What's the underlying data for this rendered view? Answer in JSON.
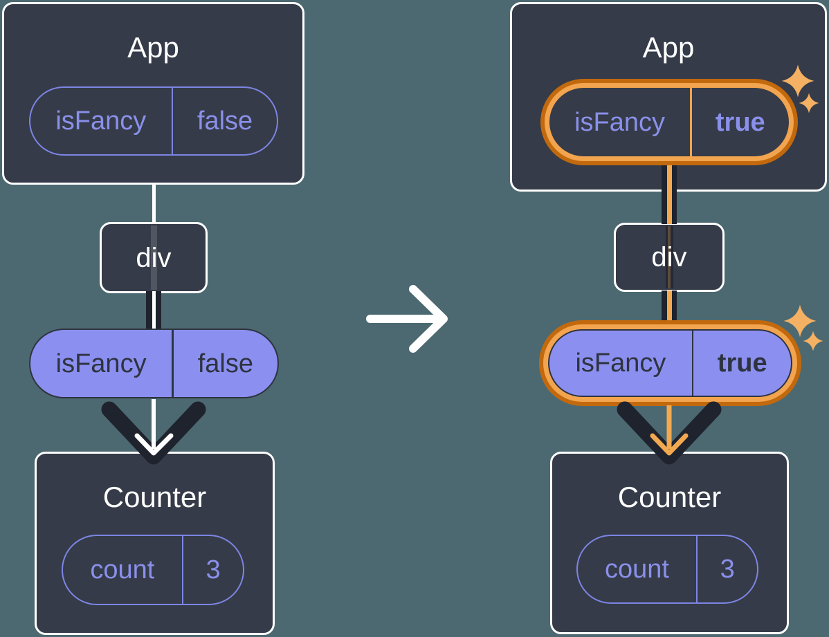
{
  "palette": {
    "background": "#4C6971",
    "box_fill": "#353B48",
    "box_border": "#FFFFFF",
    "purple_text": "#8A90EA",
    "purple_pill_fill": "#8B90F0",
    "dark_ink": "#1F232E",
    "orange_dark": "#C2690E",
    "orange_light": "#F2A44E",
    "sparkle": "#F5B163"
  },
  "left": {
    "app": {
      "title": "App",
      "prop_name": "isFancy",
      "prop_value": "false"
    },
    "div": {
      "label": "div"
    },
    "passed_prop": {
      "name": "isFancy",
      "value": "false"
    },
    "counter": {
      "title": "Counter",
      "state_name": "count",
      "state_value": "3"
    }
  },
  "right": {
    "app": {
      "title": "App",
      "prop_name": "isFancy",
      "prop_value": "true"
    },
    "div": {
      "label": "div"
    },
    "passed_prop": {
      "name": "isFancy",
      "value": "true"
    },
    "counter": {
      "title": "Counter",
      "state_name": "count",
      "state_value": "3"
    }
  }
}
